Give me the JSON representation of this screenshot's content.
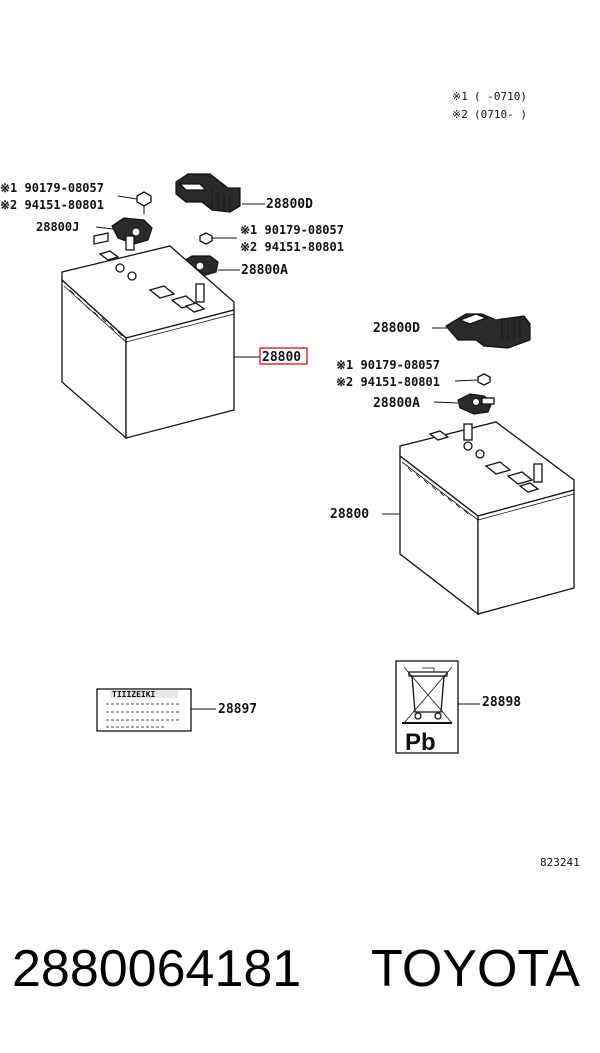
{
  "notes": [
    {
      "mark": "※1",
      "range": "(     -0710)"
    },
    {
      "mark": "※2",
      "range": "(0710-     )"
    }
  ],
  "left_battery": {
    "bolt_1": "※1 90179-08057",
    "bolt_2": "※2 94151-80801",
    "clamp": "28800J",
    "cover": "28800D",
    "nut_1": "※1 90179-08057",
    "nut_2": "※2 94151-80801",
    "terminal": "28800A",
    "battery": "28800"
  },
  "right_battery": {
    "cover": "28800D",
    "nut_1": "※1 90179-08057",
    "nut_2": "※2 94151-80801",
    "terminal": "28800A",
    "battery": "28800"
  },
  "label_plate": {
    "part": "28897",
    "text": "TIIIZEIKI"
  },
  "recycle_label": {
    "part": "28898",
    "symbol": "Pb"
  },
  "diagram_id": "823241",
  "highlight_color": "#d9342b",
  "footer": {
    "part_number": "2880064181",
    "brand": "TOYOTA"
  }
}
